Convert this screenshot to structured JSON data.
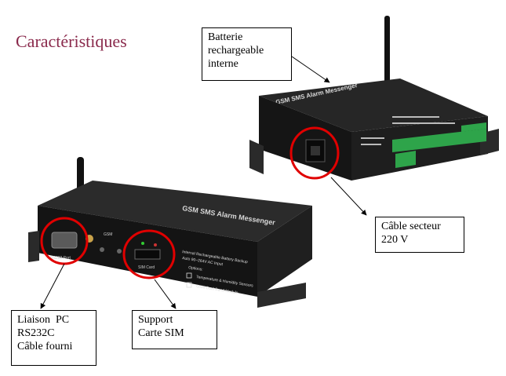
{
  "page": {
    "title": "Caractéristiques"
  },
  "callouts": {
    "batterie": {
      "lines": [
        "Batterie",
        "rechargeable",
        "interne"
      ]
    },
    "secteur": {
      "lines": [
        "Câble secteur",
        "220 V"
      ]
    },
    "liaison": {
      "lines": [
        "Liaison  PC",
        "RS232C",
        "Câble fourni"
      ]
    },
    "sim": {
      "lines": [
        "Support",
        "Carte SIM"
      ]
    }
  },
  "device": {
    "lid_label": "GSM SMS Alarm Messenger",
    "port_labels": {
      "rs232": "RS232 Port",
      "sim": "SIM Card",
      "gsm": "GSM"
    },
    "panel_text": [
      "Internal Rechargeable Battery Backup",
      "Auto 90~264V AC Input"
    ],
    "options_title": "Options:",
    "options": [
      "Temperature & Humidity Sensors",
      "GSM Dual Band Module"
    ]
  },
  "colors": {
    "title": "#8a2a4c",
    "highlight_circle": "#e00000",
    "device_body": "#1b1b1b",
    "terminal_block": "#2ea44a"
  }
}
